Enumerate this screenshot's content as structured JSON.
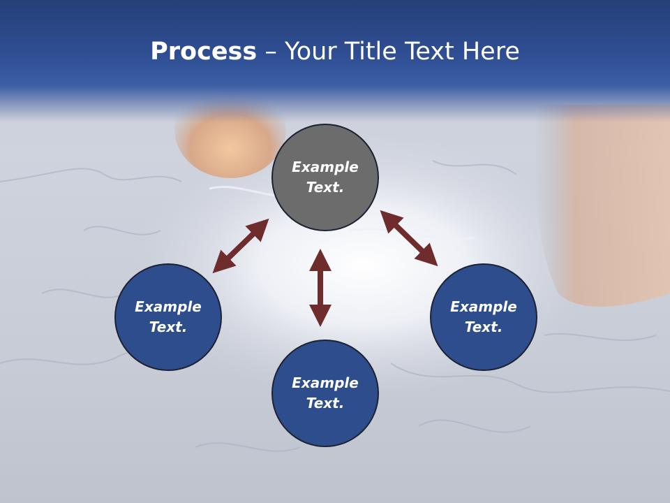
{
  "slide": {
    "title_bold": "Process",
    "title_rest": " – Your Title Text Here"
  },
  "nodes": [
    {
      "id": "top",
      "line1": "Example",
      "line2": "Text.",
      "color": "#6c6c6c"
    },
    {
      "id": "left",
      "line1": "Example",
      "line2": "Text.",
      "color": "#2d4d8c"
    },
    {
      "id": "right",
      "line1": "Example",
      "line2": "Text.",
      "color": "#2d4d8c"
    },
    {
      "id": "bottom",
      "line1": "Example",
      "line2": "Text.",
      "color": "#2d4d8c"
    }
  ],
  "colors": {
    "title_band": "#2f4e93",
    "arrow": "#6e2c2c",
    "circle_border": "#1c2233"
  },
  "icons": {
    "arrows": "double-headed-arrow"
  }
}
